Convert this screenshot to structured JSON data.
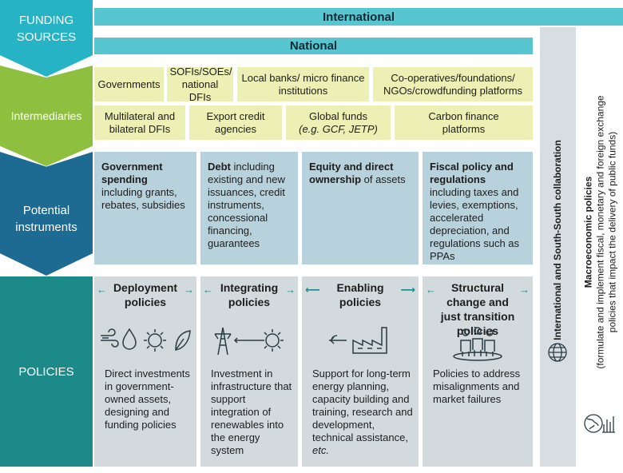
{
  "funding_sources": "FUNDING SOURCES",
  "intermediaries_label": "Intermediaries",
  "instruments_label": "Potential instruments",
  "policies_label": "POLICIES",
  "international": "International",
  "national": "National",
  "intermediaries_row1": [
    "Governments",
    "SOFIs/SOEs/ national DFIs",
    "Local banks/ micro finance institutions",
    "Co-operatives/foundations/ NGOs/crowdfunding platforms"
  ],
  "intermediaries_row2": [
    "Multilateral and bilateral DFIs",
    "Export credit agencies",
    "Carbon finance platforms"
  ],
  "global_funds": {
    "title": "Global funds",
    "example": "(e.g. GCF, JETP)"
  },
  "instruments": [
    {
      "bold": "Government spending",
      "text": " including grants, rebates, subsidies"
    },
    {
      "bold": "Debt",
      "text": " including existing and new issuances, credit instruments, concessional financing, guarantees"
    },
    {
      "bold": "Equity and direct ownership",
      "text": " of assets"
    },
    {
      "bold": "Fiscal policy and regulations",
      "text": " including taxes and levies, exemptions, accelerated depreciation, and regulations such as PPAs"
    }
  ],
  "policies": [
    {
      "title": "Deployment policies",
      "desc": "Direct investments in government-owned assets, designing and funding policies"
    },
    {
      "title": "Integrating policies",
      "desc": "Investment in infrastructure that support integration of renewables into the energy system"
    },
    {
      "title": "Enabling policies",
      "desc": "Support for long-term energy planning, capacity building and training, research and development, technical assistance,",
      "desc_etc": "etc."
    },
    {
      "title": "Structural change and just transition policies",
      "desc": "Policies to address misalignments and market failures"
    }
  ],
  "collaboration": "International and South-South collaboration",
  "macro": {
    "title": "Macroeconomic policies",
    "desc": "(formulate and implement fiscal, monetary and foreign exchange policies that impact the delivery of public funds)"
  },
  "colors": {
    "funding": "#27b3c6",
    "intermediaries": "#8fbf3e",
    "instruments": "#1d6a92",
    "policies": "#1d8a8a",
    "band": "#57c6d0",
    "right_panel": "#d7dde0"
  }
}
